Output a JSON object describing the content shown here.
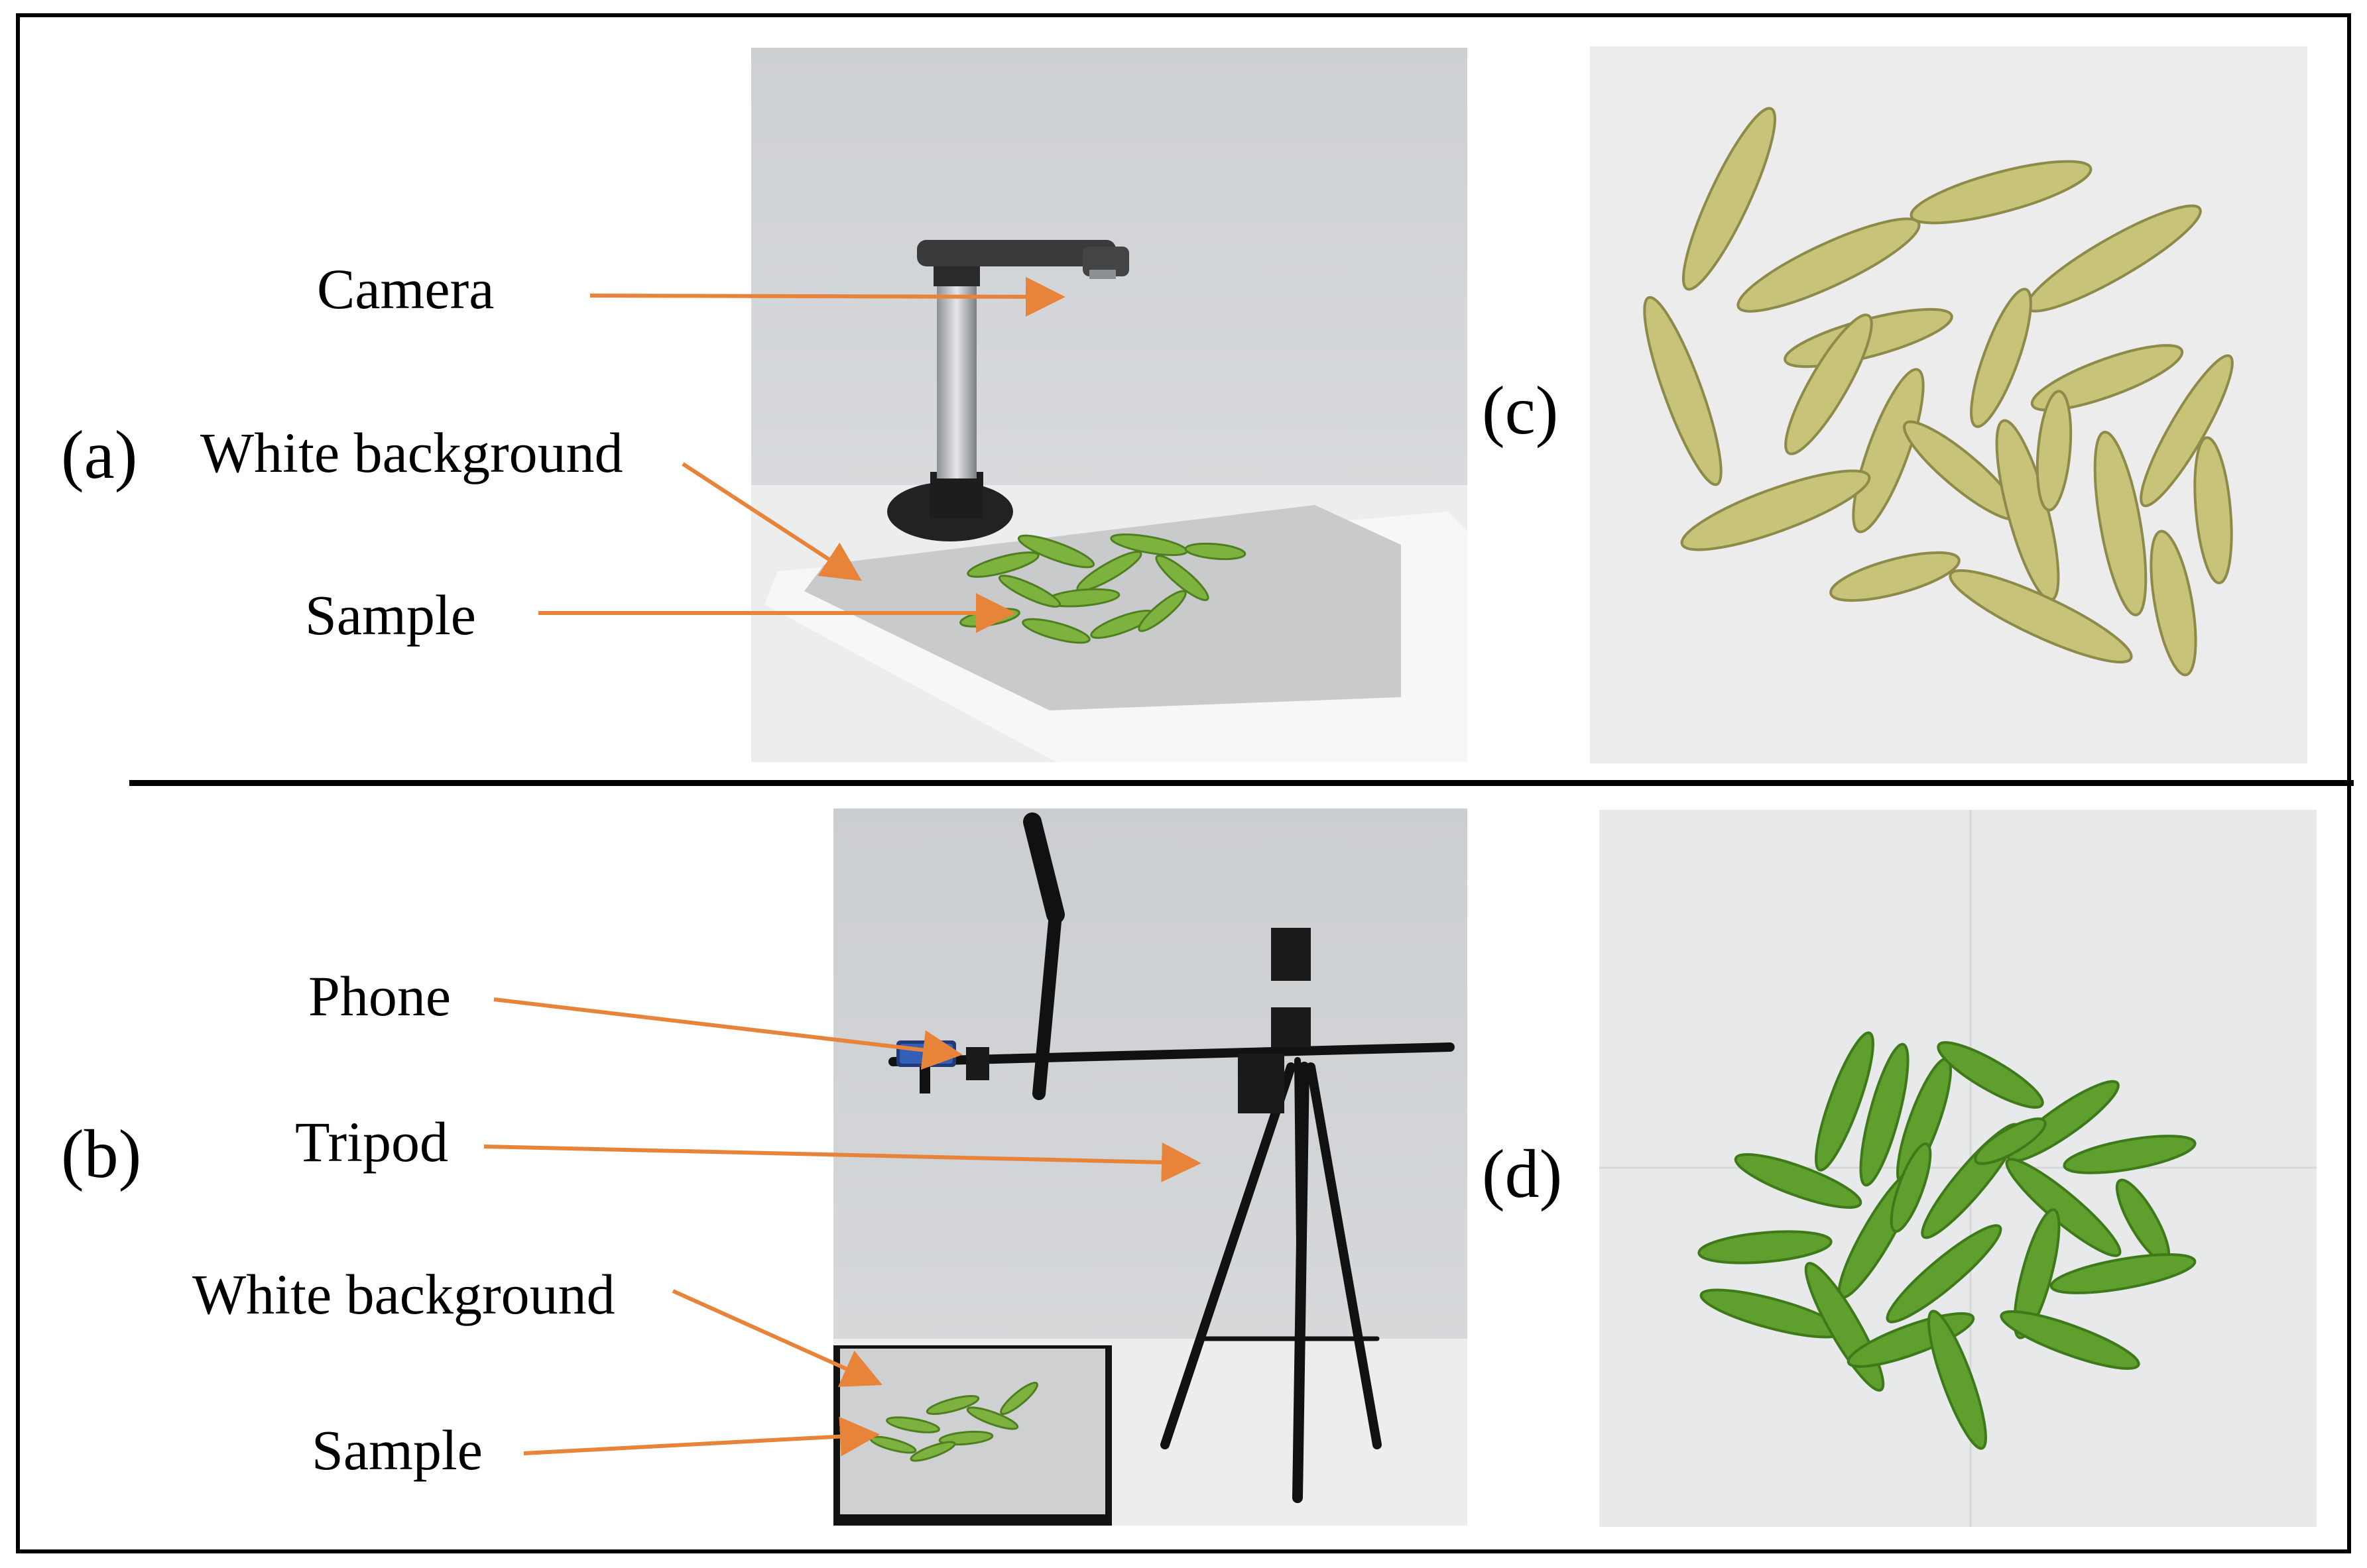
{
  "panels": {
    "a": {
      "letter": "(a)",
      "labels": {
        "camera": "Camera",
        "white_background": "White background",
        "sample": "Sample"
      }
    },
    "b": {
      "letter": "(b)",
      "labels": {
        "phone": "Phone",
        "tripod": "Tripod",
        "white_background": "White background",
        "sample": "Sample"
      }
    },
    "c": {
      "letter": "(c)"
    },
    "d": {
      "letter": "(d)"
    }
  },
  "colors": {
    "arrow": "#e8833a",
    "border": "#000000",
    "pod_mature": "#c8c77a",
    "pod_fresh": "#5f9f2e"
  }
}
